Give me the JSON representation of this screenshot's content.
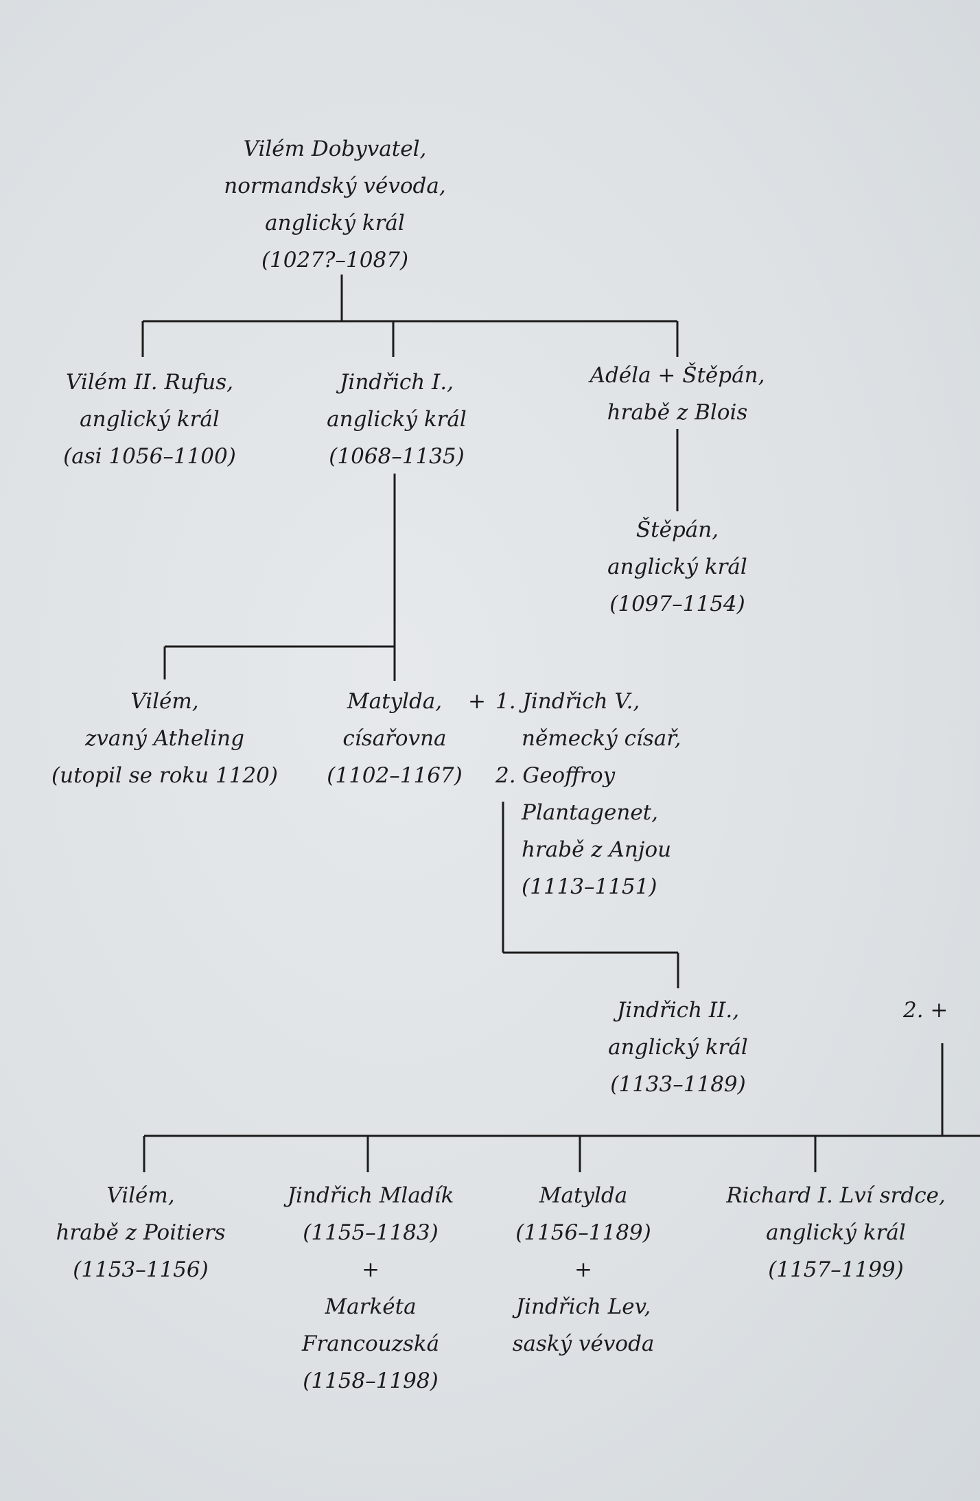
{
  "tree": {
    "william_conqueror": [
      "Vilém Dobyvatel,",
      "normandský vévoda,",
      "anglický král",
      "(1027?–1087)"
    ],
    "william_rufus": [
      "Vilém II. Rufus,",
      "anglický král",
      "(asi 1056–1100)"
    ],
    "henry_i": [
      "Jindřich I.,",
      "anglický král",
      "(1068–1135)"
    ],
    "adela": [
      "Adéla + Štěpán,",
      "hrabě z Blois"
    ],
    "stephen": [
      "Štěpán,",
      "anglický král",
      "(1097–1154)"
    ],
    "william_atheling": [
      "Vilém,",
      "zvaný Atheling",
      "(utopil se roku 1120)"
    ],
    "matilda_empress": [
      "Matylda,",
      "císařovna",
      "(1102–1167)"
    ],
    "plus_sign": "+",
    "husbands": [
      "1. Jindřich V.,",
      "německý císař,",
      "2. Geoffroy",
      "Plantagenet,",
      "hrabě z Anjou",
      "(1113–1151)"
    ],
    "henry_ii": [
      "Jindřich II.,",
      "anglický král",
      "(1133–1189)"
    ],
    "marriage_marker": "2. +",
    "william_poitiers": [
      "Vilém,",
      "hrabě z Poitiers",
      "(1153–1156)"
    ],
    "henry_young": [
      "Jindřich Mladík",
      "(1155–1183)",
      "+",
      "Markéta",
      "Francouzská",
      "(1158–1198)"
    ],
    "matilda": [
      "Matylda",
      "(1156–1189)",
      "+",
      "Jindřich Lev,",
      "saský vévoda"
    ],
    "richard": [
      "Richard I. Lví srdce,",
      "anglický král",
      "(1157–1199)"
    ]
  }
}
